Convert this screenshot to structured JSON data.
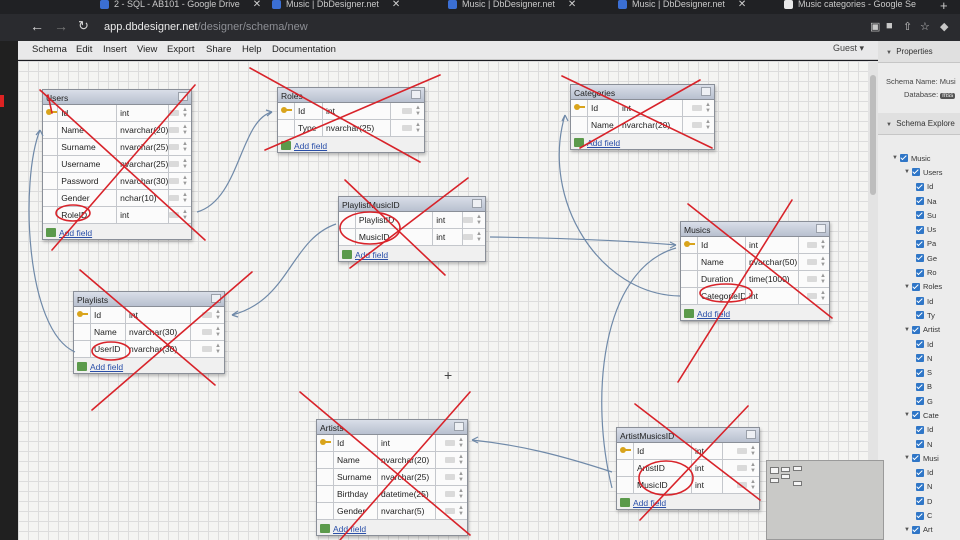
{
  "browser": {
    "tabs": [
      {
        "title": "2 - SQL - AB101 - Google Drive"
      },
      {
        "title": "Music | DbDesigner.net"
      },
      {
        "title": "Music | DbDesigner.net"
      },
      {
        "title": "Music | DbDesigner.net"
      },
      {
        "title": "Music categories - Google Se"
      }
    ],
    "url_host": "app.dbdesigner.net",
    "url_path": "/designer/schema/new"
  },
  "menubar": {
    "items": [
      "Schema",
      "Edit",
      "Insert",
      "View",
      "Export",
      "Share",
      "Help",
      "Documentation"
    ],
    "user": "Guest"
  },
  "panel": {
    "properties_label": "Properties",
    "schema_name_label": "Schema Name: Musi",
    "database_label": "Database:",
    "explorer_label": "Schema Explore",
    "tree": [
      {
        "label": "Music",
        "level": 0
      },
      {
        "label": "Users",
        "level": 1
      },
      {
        "label": "Id",
        "level": 2
      },
      {
        "label": "Na",
        "level": 2
      },
      {
        "label": "Su",
        "level": 2
      },
      {
        "label": "Us",
        "level": 2
      },
      {
        "label": "Pa",
        "level": 2
      },
      {
        "label": "Ge",
        "level": 2
      },
      {
        "label": "Ro",
        "level": 2
      },
      {
        "label": "Roles",
        "level": 1
      },
      {
        "label": "Id",
        "level": 2
      },
      {
        "label": "Ty",
        "level": 2
      },
      {
        "label": "Artist",
        "level": 1
      },
      {
        "label": "Id",
        "level": 2
      },
      {
        "label": "N",
        "level": 2
      },
      {
        "label": "S",
        "level": 2
      },
      {
        "label": "B",
        "level": 2
      },
      {
        "label": "G",
        "level": 2
      },
      {
        "label": "Cate",
        "level": 1
      },
      {
        "label": "Id",
        "level": 2
      },
      {
        "label": "N",
        "level": 2
      },
      {
        "label": "Musi",
        "level": 1
      },
      {
        "label": "Id",
        "level": 2
      },
      {
        "label": "N",
        "level": 2
      },
      {
        "label": "D",
        "level": 2
      },
      {
        "label": "C",
        "level": 2
      },
      {
        "label": "Art",
        "level": 1
      }
    ]
  },
  "add_field_label": "Add field",
  "tables": [
    {
      "name": "Users",
      "fields": [
        {
          "name": "Id",
          "type": "int",
          "pk": true
        },
        {
          "name": "Name",
          "type": "nvarchar(20)"
        },
        {
          "name": "Surname",
          "type": "nvarchar(25)"
        },
        {
          "name": "Username",
          "type": "nvarchar(25)"
        },
        {
          "name": "Password",
          "type": "nvarchar(30)"
        },
        {
          "name": "Gender",
          "type": "nchar(10)"
        },
        {
          "name": "RoleID",
          "type": "int"
        }
      ]
    },
    {
      "name": "Roles",
      "fields": [
        {
          "name": "Id",
          "type": "int",
          "pk": true
        },
        {
          "name": "Type",
          "type": "nvarchar(25)"
        }
      ]
    },
    {
      "name": "Categories",
      "fields": [
        {
          "name": "Id",
          "type": "int",
          "pk": true
        },
        {
          "name": "Name",
          "type": "nvarchar(20)"
        }
      ]
    },
    {
      "name": "PlaylistMusicID",
      "fields": [
        {
          "name": "PlaylistID",
          "type": "int"
        },
        {
          "name": "MusicID",
          "type": "int"
        }
      ]
    },
    {
      "name": "Musics",
      "fields": [
        {
          "name": "Id",
          "type": "int",
          "pk": true
        },
        {
          "name": "Name",
          "type": "nvarchar(50)"
        },
        {
          "name": "Duration",
          "type": "time(1000)"
        },
        {
          "name": "CategorieID",
          "type": "int"
        }
      ]
    },
    {
      "name": "Playlists",
      "fields": [
        {
          "name": "Id",
          "type": "int",
          "pk": true
        },
        {
          "name": "Name",
          "type": "nvarchar(30)"
        },
        {
          "name": "UserID",
          "type": "nvarchar(30)"
        }
      ]
    },
    {
      "name": "Artists",
      "fields": [
        {
          "name": "Id",
          "type": "int",
          "pk": true
        },
        {
          "name": "Name",
          "type": "nvarchar(20)"
        },
        {
          "name": "Surname",
          "type": "nvarchar(25)"
        },
        {
          "name": "Birthday",
          "type": "datetime(25)"
        },
        {
          "name": "Gender",
          "type": "nvarchar(5)"
        }
      ]
    },
    {
      "name": "ArtistMusicsID",
      "fields": [
        {
          "name": "Id",
          "type": "int",
          "pk": true
        },
        {
          "name": "ArtistID",
          "type": "int"
        },
        {
          "name": "MusicID",
          "type": "int"
        }
      ]
    }
  ]
}
